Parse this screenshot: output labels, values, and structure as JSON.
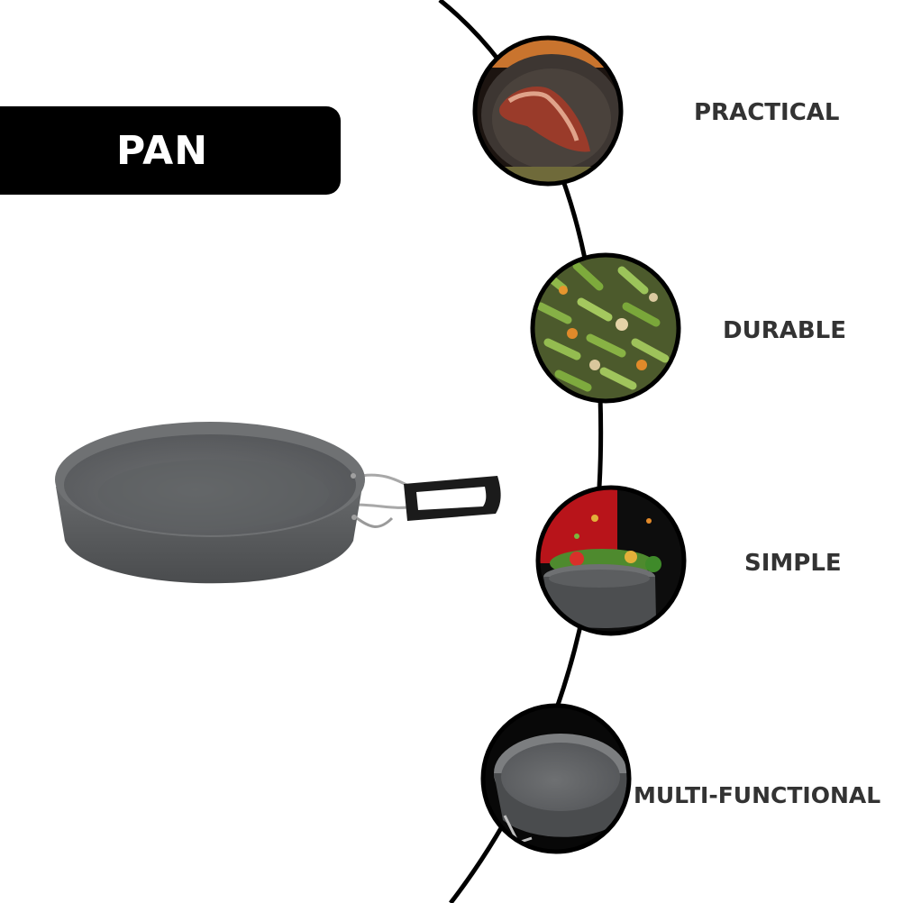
{
  "title": "PAN",
  "features": [
    {
      "label": "PRACTICAL",
      "icon": "steak-in-pan-photo"
    },
    {
      "label": "DURABLE",
      "icon": "vegetables-closeup-photo"
    },
    {
      "label": "SIMPLE",
      "icon": "pan-with-vegetables-photo"
    },
    {
      "label": "MULTI-FUNCTIONAL",
      "icon": "pan-closeup-photo"
    }
  ],
  "product": {
    "icon": "frying-pan-image"
  },
  "colors": {
    "banner": "#000000",
    "label_text": "#333333",
    "pan_body": "#5a5c5e",
    "connector_line": "#000000"
  }
}
